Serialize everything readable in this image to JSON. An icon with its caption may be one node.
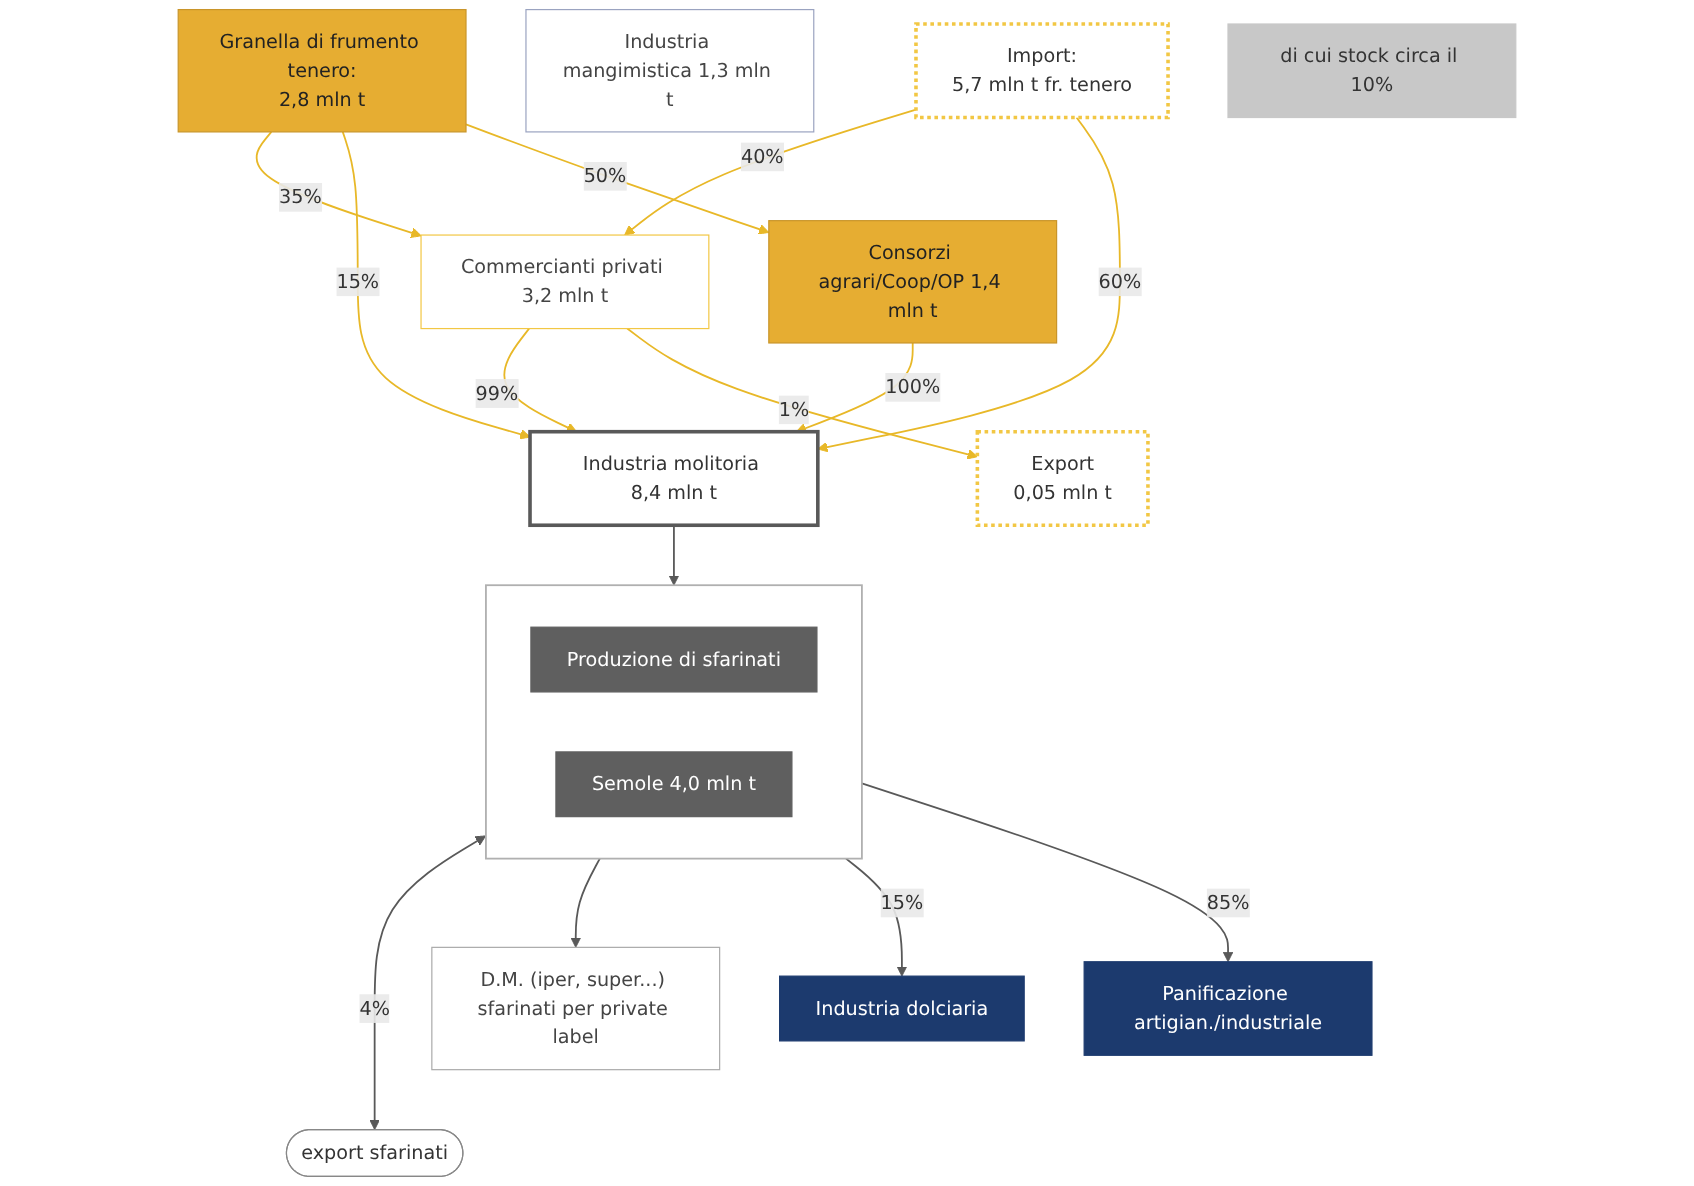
{
  "diagram": {
    "nodes": [
      {
        "text": [
          "Granella di frumento tenero:",
          "2,8 mln t"
        ]
      },
      {
        "text": [
          "Industria mangimistica 1,3 mln t"
        ]
      },
      {
        "text": [
          "Commercianti privati 3,2 mln t"
        ]
      },
      {
        "text": [
          "Consorzi agrari/Coop/OP 1,4 mln t"
        ]
      },
      {
        "text": [
          "Import:",
          "5,7 mln t fr. tenero"
        ]
      },
      {
        "text": [
          "Industria molitoria 8,4 mln t"
        ]
      },
      {
        "text": [
          "di cui stock circa il 10%"
        ]
      },
      {
        "text": [
          "Export",
          "0,05 mln t"
        ]
      },
      {
        "text": [],
        "shape": "box"
      },
      {
        "text": [
          "Produzione di sfarinati"
        ],
        "in": 8
      },
      {
        "text": [
          "Semole 4,0 mln t"
        ],
        "in": 8
      },
      {
        "text": [
          "export sfarinati"
        ]
      },
      {
        "text": [
          "D.M. (iper, super...) sfarinati per private label"
        ]
      },
      {
        "text": [
          "Industria dolciaria"
        ]
      },
      {
        "text": [
          "Panificazione artigian./industriale"
        ]
      }
    ],
    "edges": [
      {
        "from": 0,
        "to": 2,
        "arrow": "to",
        "label": "35%"
      },
      {
        "from": 0,
        "to": 5,
        "arrow": "to",
        "label": "15%"
      },
      {
        "from": 0,
        "to": 3,
        "arrow": "to",
        "label": "50%"
      },
      {
        "from": 4,
        "to": 2,
        "arrow": "to",
        "label": "40%"
      },
      {
        "from": 2,
        "to": 5,
        "arrow": "to",
        "label": "99%"
      },
      {
        "from": 4,
        "to": 5,
        "arrow": "to",
        "label": "60%"
      },
      {
        "from": 2,
        "to": 7,
        "arrow": "to",
        "label": "1%"
      },
      {
        "from": 3,
        "to": 5,
        "arrow": "to",
        "label": "100%"
      },
      {
        "from": 5,
        "to": 8,
        "arrow": "to",
        "color": "#595959"
      },
      {
        "from": 8,
        "to": 11,
        "arrow": "both",
        "label": "4%",
        "color": "#595959"
      },
      {
        "from": 8,
        "to": 12,
        "arrow": "to",
        "color": "#595959"
      },
      {
        "from": 8,
        "to": 13,
        "arrow": "to",
        "label": "15%",
        "color": "#595959"
      },
      {
        "from": 8,
        "to": 14,
        "arrow": "to",
        "label": "85%",
        "color": "#595959"
      }
    ]
  }
}
